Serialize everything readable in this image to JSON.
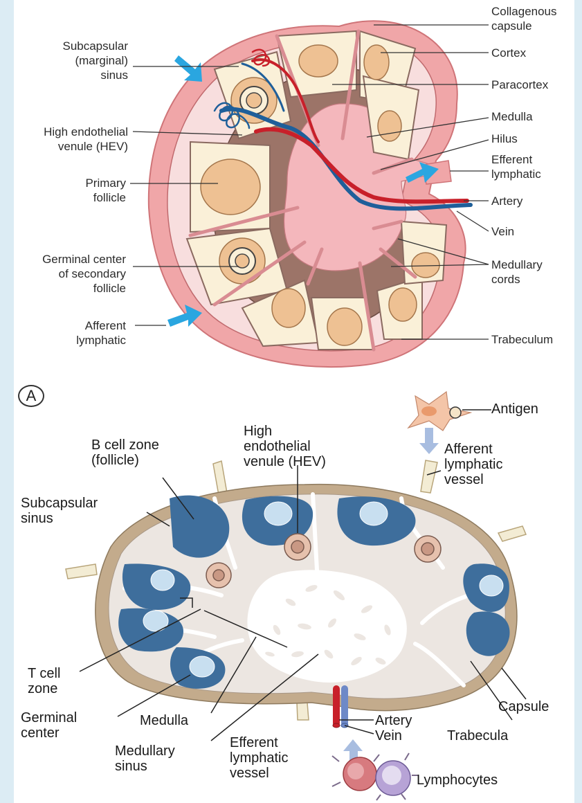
{
  "panel_a": {
    "panel_label": "A",
    "labels": {
      "collagenous_capsule": "Collagenous\ncapsule",
      "cortex": "Cortex",
      "paracortex": "Paracortex",
      "medulla": "Medulla",
      "hilus": "Hilus",
      "efferent_lymphatic": "Efferent\nlymphatic",
      "artery": "Artery",
      "vein": "Vein",
      "medullary_cords": "Medullary\ncords",
      "trabeculum": "Trabeculum",
      "subcapsular_sinus": "Subcapsular\n(marginal)\nsinus",
      "hev": "High endothelial\nvenule (HEV)",
      "primary_follicle": "Primary\nfollicle",
      "germinal_center": "Germinal center\nof secondary\nfollicle",
      "afferent_lymphatic": "Afferent\nlymphatic"
    }
  },
  "panel_b": {
    "labels": {
      "b_cell_zone": "B cell zone\n(follicle)",
      "hev": "High\nendothelial\nvenule (HEV)",
      "antigen": "Antigen",
      "afferent_vessel": "Afferent\nlymphatic\nvessel",
      "subcapsular_sinus": "Subcapsular\nsinus",
      "t_cell_zone": "T cell\nzone",
      "germinal_center": "Germinal\ncenter",
      "medulla": "Medulla",
      "medullary_sinus": "Medullary\nsinus",
      "efferent_vessel": "Efferent\nlymphatic\nvessel",
      "artery": "Artery",
      "vein": "Vein",
      "lymphocytes": "Lymphocytes",
      "trabecula": "Trabecula",
      "capsule": "Capsule"
    }
  },
  "colors": {
    "capsule_pink": "#f0a6a8",
    "cortex_cream": "#faf0d8",
    "follicle_tan": "#eec193",
    "paracortex_brown": "#9c7468",
    "artery_red": "#c8202a",
    "vein_blue": "#1f5f9a",
    "arrow_cyan": "#2aa6e0",
    "b_zone_blue": "#3e6e9c",
    "node_gray": "#ece6e1"
  }
}
